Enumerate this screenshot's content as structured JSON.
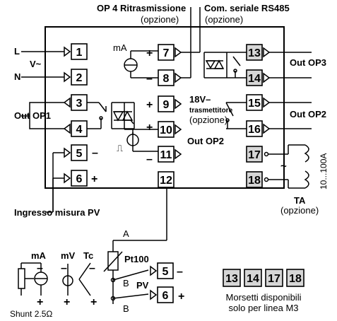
{
  "top_labels": {
    "op4_title": "OP 4 Ritrasmissione",
    "op4_sub": "(opzione)",
    "rs485_title": "Com. seriale RS485",
    "rs485_sub": "(opzione)"
  },
  "left_labels": {
    "L": "L",
    "N": "N",
    "supply": "V~",
    "out_op1": "Out OP1",
    "minus": "–",
    "plus": "+",
    "ingresso": "Ingresso misura PV"
  },
  "inner_labels": {
    "mA": "mA",
    "plus": "+",
    "minus": "–",
    "v18": "18V–",
    "trasmettitore": "trasmettitore",
    "opzione": "(opzione)",
    "out_op2_mid": "Out OP2",
    "pulse": "⎍"
  },
  "right_labels": {
    "out_op3": "Out OP3",
    "out_op2": "Out OP2",
    "tilde": "~",
    "range": "10...100A",
    "ta": "TA",
    "ta_sub": "(opzione)"
  },
  "terminals": [
    "1",
    "2",
    "3",
    "4",
    "5",
    "6",
    "7",
    "8",
    "9",
    "10",
    "11",
    "12",
    "13",
    "14",
    "15",
    "16",
    "17",
    "18"
  ],
  "shaded_terminals": [
    "13",
    "14",
    "17",
    "18"
  ],
  "bottom": {
    "mA": "mA",
    "mV": "mV",
    "Tc": "Tc",
    "pt100": "Pt100",
    "A": "A",
    "B1": "B",
    "B2": "B",
    "PV": "PV",
    "t5": "5",
    "t6": "6",
    "minus": "–",
    "plus": "+",
    "shunt": "Shunt 2.5Ω",
    "badges": [
      "13",
      "14",
      "17",
      "18"
    ],
    "note_line1": "Morsetti disponibili",
    "note_line2": "solo per linea M3"
  }
}
